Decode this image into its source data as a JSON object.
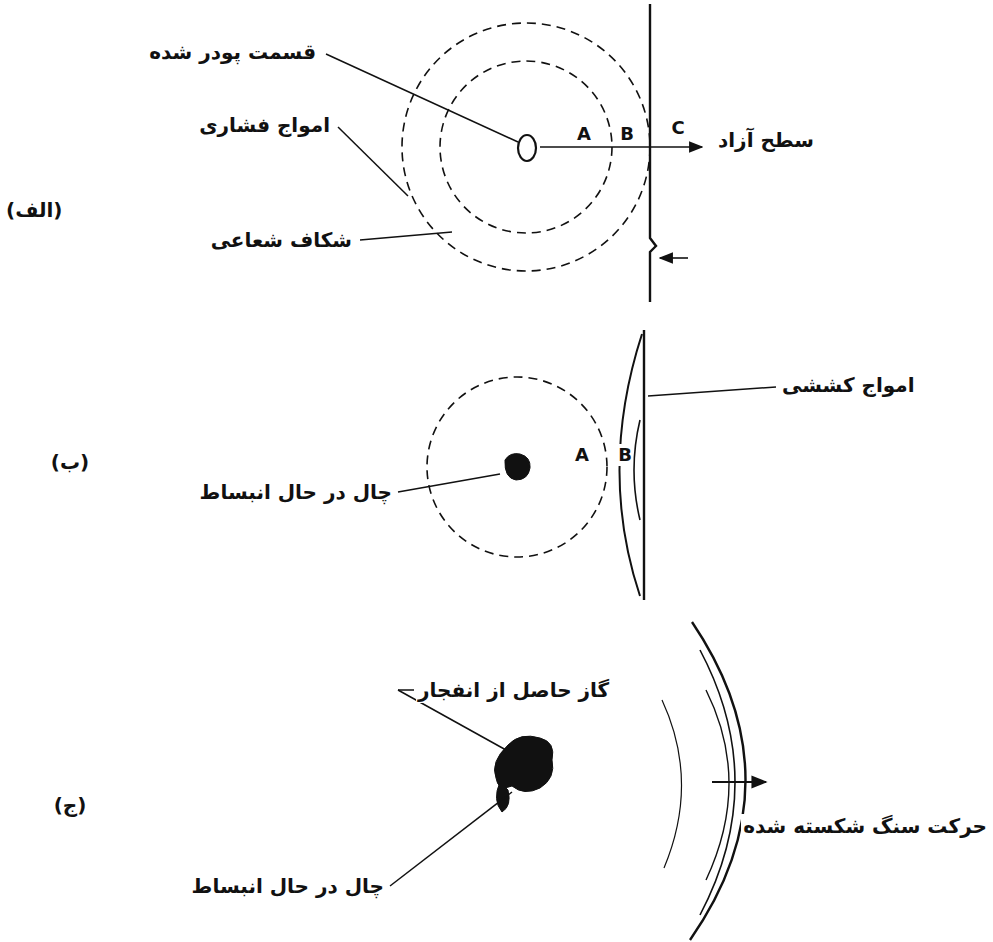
{
  "diagram": {
    "labels": [
      "قسمت پودر شده",
      "امواج فشاری",
      "شکاف شعاعی",
      "(الف)",
      "A",
      "B",
      "C",
      "سطح آزاد",
      "امواج کششی",
      "A",
      "B",
      "چال در حال انبساط",
      "(ب)",
      "گاز حاصل از انفجار",
      "(ج)",
      "حرکت سنگ شکسته شده",
      "چال در حال انبساط"
    ]
  }
}
